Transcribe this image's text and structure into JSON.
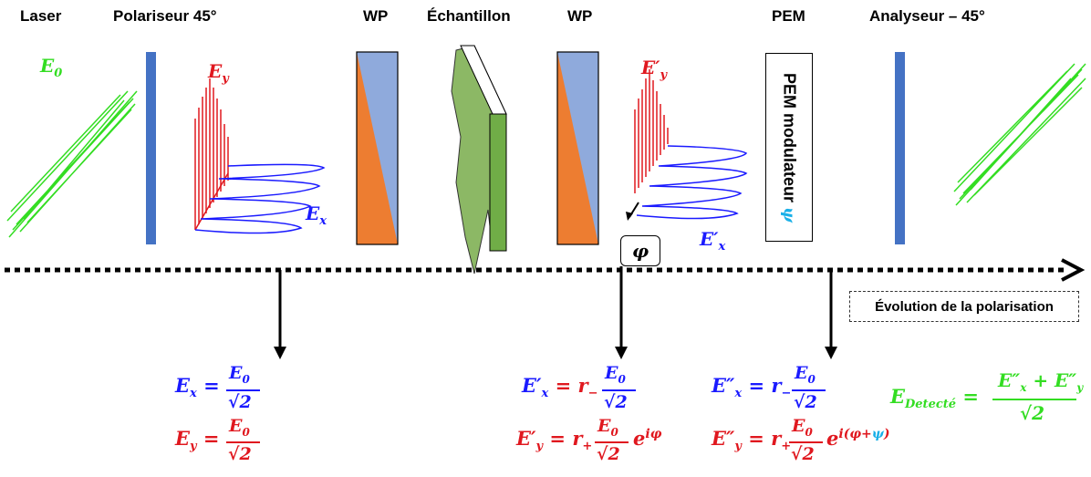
{
  "labels": {
    "laser": "Laser",
    "polarizer": "Polariseur 45°",
    "wp1": "WP",
    "sample": "Échantillon",
    "wp2": "WP",
    "pem": "PEM",
    "analyzer": "Analyseur – 45°"
  },
  "field_labels": {
    "e0": "E",
    "e0_sub": "0",
    "ey": "E",
    "ey_sub": "y",
    "ex": "E",
    "ex_sub": "x",
    "eyp": "E′",
    "eyp_sub": "y",
    "exp": "E′",
    "exp_sub": "x"
  },
  "phi_box": "φ",
  "pem_box": {
    "text": "PEM modulateur ",
    "psi": "ψ"
  },
  "evolution_label": "Évolution de la polarisation",
  "equations": {
    "block1": {
      "ex_lhs": "E",
      "ex_sub": "x",
      "ex_eq": "=",
      "ex_num": "E",
      "ex_num_sub": "0",
      "ex_den": "√2",
      "ey_lhs": "E",
      "ey_sub": "y",
      "ey_eq": "=",
      "ey_num": "E",
      "ey_num_sub": "0",
      "ey_den": "√2"
    },
    "block2": {
      "ex_lhs": "E′",
      "ex_sub": "x",
      "ex_rhs": "= r",
      "ex_rsub": "−",
      "ex_num": "E",
      "ex_num_sub": "0",
      "ex_den": "√2",
      "ey_lhs": "E′",
      "ey_sub": "y",
      "ey_rhs": "= r",
      "ey_rsub": "+",
      "ey_num": "E",
      "ey_num_sub": "0",
      "ey_den": "√2",
      "ey_exp_base": "e",
      "ey_exp": "iφ"
    },
    "block3": {
      "ex_lhs": "E″",
      "ex_sub": "x",
      "ex_rhs": "= r",
      "ex_rsub": "−",
      "ex_num": "E",
      "ex_num_sub": "0",
      "ex_den": "√2",
      "ey_lhs": "E″",
      "ey_sub": "y",
      "ey_rhs": "= r",
      "ey_rsub": "+",
      "ey_num": "E",
      "ey_num_sub": "0",
      "ey_den": "√2",
      "ey_exp_base": "e",
      "ey_exp_a": "i(",
      "ey_exp_phi": "φ",
      "ey_exp_plus": "+",
      "ey_exp_psi": "ψ",
      "ey_exp_close": ")"
    },
    "block4": {
      "lhs": "E",
      "lhs_sub": "Detecté",
      "eq": "=",
      "num_a": "E″",
      "num_a_sub": "x",
      "num_plus": "+",
      "num_b": "E″",
      "num_b_sub": "y",
      "den": "√2"
    }
  },
  "colors": {
    "blue": "#1a1aff",
    "red": "#e0181f",
    "green": "#33dd22",
    "cyan": "#1ab0e8",
    "plate_blue": "#8faadc",
    "plate_orange": "#ed7d31",
    "polarizer": "#4472c4",
    "sample_green": "#70ad47"
  }
}
